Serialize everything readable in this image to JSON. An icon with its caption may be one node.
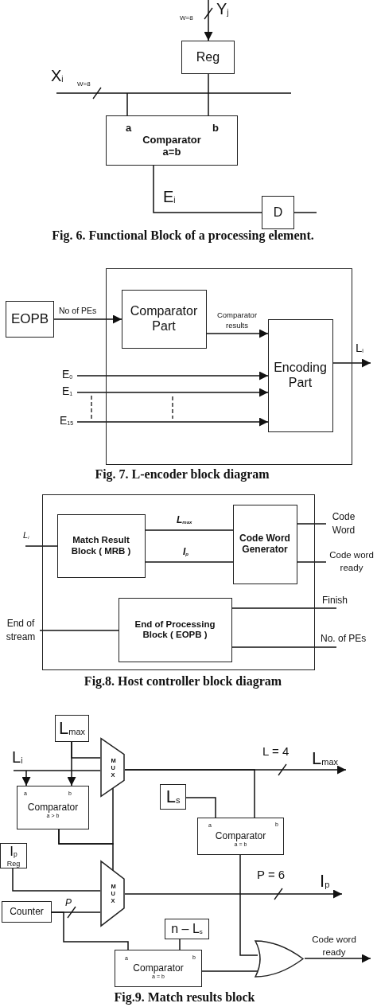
{
  "diagram": {
    "nodes": [
      {
        "text": [
          "Reg"
        ]
      },
      {
        "text": [
          "a",
          "b",
          "Comparator",
          "a=b"
        ]
      },
      {
        "text": [
          "D"
        ]
      },
      {
        "text": [],
        "shape": "box"
      },
      {
        "text": [
          "EOPB"
        ]
      },
      {
        "text": [
          "Comparator Part"
        ],
        "in": 3
      },
      {
        "text": [
          "Encoding Part"
        ],
        "in": 3
      },
      {
        "text": [],
        "shape": "box"
      },
      {
        "text": [
          "Match Result Block ( MRB )"
        ],
        "in": 7
      },
      {
        "text": [
          "Code Word Generator"
        ],
        "in": 7
      },
      {
        "text": [
          "End of Processing Block ( EOPB )"
        ],
        "in": 7
      },
      {
        "text": [
          "L$_{max}$"
        ]
      },
      {
        "text": [
          "M U X"
        ]
      },
      {
        "text": [
          "a",
          "b",
          "Comparator",
          "a > b"
        ]
      },
      {
        "text": [
          "L$_{s}$"
        ]
      },
      {
        "text": [
          "a",
          "b",
          "Comparator",
          "a = b"
        ]
      },
      {
        "text": [
          "I$_{p}$",
          "Reg"
        ]
      },
      {
        "text": [
          "M U X"
        ]
      },
      {
        "text": [
          "Counter"
        ]
      },
      {
        "text": [
          "n – L$_{s}$"
        ]
      },
      {
        "text": [
          "a",
          "b",
          "Comparator",
          "a = b"
        ]
      },
      {
        "text": [],
        "shape": "gate"
      }
    ],
    "edges": [
      {
        "from": null,
        "to": 0,
        "arrow": "to",
        "label": "Y$_{j}$"
      },
      {
        "from": null,
        "to": 1,
        "arrow": "none",
        "label": "X$_{i}$"
      },
      {
        "from": 0,
        "to": 1,
        "arrow": "none"
      },
      {
        "from": 1,
        "to": 2,
        "arrow": "none",
        "label": "E$_{i}$"
      },
      {
        "from": 2,
        "to": null,
        "arrow": "none"
      },
      {
        "from": 4,
        "to": 5,
        "arrow": "to",
        "label": "No of PEs"
      },
      {
        "from": 5,
        "to": 6,
        "arrow": "to",
        "label": "Comparator results"
      },
      {
        "from": 6,
        "to": null,
        "arrow": "to",
        "label": "L$_{i}$"
      },
      {
        "from": null,
        "to": 6,
        "arrow": "to",
        "label": "E$_{0}$"
      },
      {
        "from": null,
        "to": 6,
        "arrow": "to",
        "label": "E$_{1}$"
      },
      {
        "from": null,
        "to": 6,
        "arrow": "to",
        "label": "E$_{15}$"
      },
      {
        "from": null,
        "to": 8,
        "arrow": "none",
        "label": "L$_{i}$"
      },
      {
        "from": 8,
        "to": 9,
        "arrow": "none",
        "label": "L$_{max}$"
      },
      {
        "from": 8,
        "to": 9,
        "arrow": "none",
        "label": "I$_{p}$"
      },
      {
        "from": 9,
        "to": null,
        "arrow": "none",
        "label": "Code Word"
      },
      {
        "from": 9,
        "to": null,
        "arrow": "none",
        "label": "Code word ready"
      },
      {
        "from": 10,
        "to": null,
        "arrow": "none",
        "label": "Finish"
      },
      {
        "from": 10,
        "to": null,
        "arrow": "none",
        "label": "No. of PEs"
      },
      {
        "from": null,
        "to": 10,
        "arrow": "none",
        "label": "End of stream"
      },
      {
        "from": null,
        "to": 12,
        "arrow": "none",
        "label": "L$_{i}$"
      },
      {
        "from": null,
        "to": 13,
        "arrow": "to"
      },
      {
        "from": 11,
        "to": 13,
        "arrow": "to"
      },
      {
        "from": 11,
        "to": 12,
        "arrow": "none"
      },
      {
        "from": 13,
        "to": 12,
        "arrow": "none"
      },
      {
        "from": 13,
        "to": 17,
        "arrow": "none"
      },
      {
        "from": 12,
        "to": null,
        "arrow": "to",
        "label": "L$_{max}$"
      },
      {
        "from": 12,
        "to": 15,
        "arrow": "none"
      },
      {
        "from": 14,
        "to": 15,
        "arrow": "none"
      },
      {
        "from": 16,
        "to": 17,
        "arrow": "none"
      },
      {
        "from": 18,
        "to": 17,
        "arrow": "none",
        "label": "P"
      },
      {
        "from": 18,
        "to": 20,
        "arrow": "none"
      },
      {
        "from": 19,
        "to": 20,
        "arrow": "none"
      },
      {
        "from": 17,
        "to": null,
        "arrow": "to",
        "label": "I$_{p}$"
      },
      {
        "from": 15,
        "to": 21,
        "arrow": "none"
      },
      {
        "from": 20,
        "to": 21,
        "arrow": "none"
      },
      {
        "from": 21,
        "to": null,
        "arrow": "to",
        "label": "Code word ready"
      }
    ],
    "labels": [
      "W=8",
      "W=8",
      "Fig. 6. Functional Block of a processing element.",
      "Fig. 7. L-encoder block diagram",
      "Fig.8. Host controller block diagram",
      "L = 4",
      "P = 6",
      "Fig.9. Match results block"
    ]
  }
}
